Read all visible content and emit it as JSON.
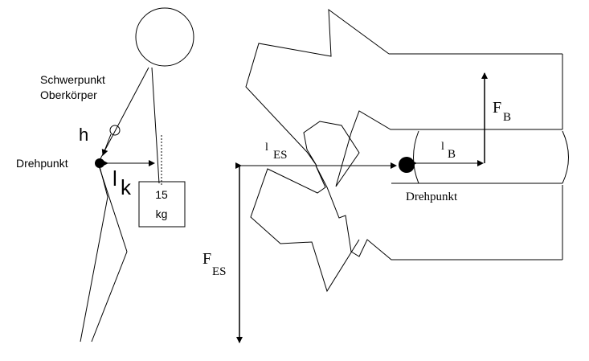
{
  "left_figure": {
    "label_center_of_mass_line1": "Schwerpunkt",
    "label_center_of_mass_line2": "Oberkörper",
    "label_h": "h",
    "label_pivot": "Drehpunkt",
    "label_lk_main": "l",
    "label_lk_sub": "k",
    "weight_value": "15",
    "weight_unit": "kg"
  },
  "right_figure": {
    "force_b_main": "F",
    "force_b_sub": "B",
    "lever_es_main": "l",
    "lever_es_sub": "ES",
    "lever_b_main": "l",
    "lever_b_sub": "B",
    "pivot_label": "Drehpunkt",
    "force_es_main": "F",
    "force_es_sub": "ES"
  }
}
